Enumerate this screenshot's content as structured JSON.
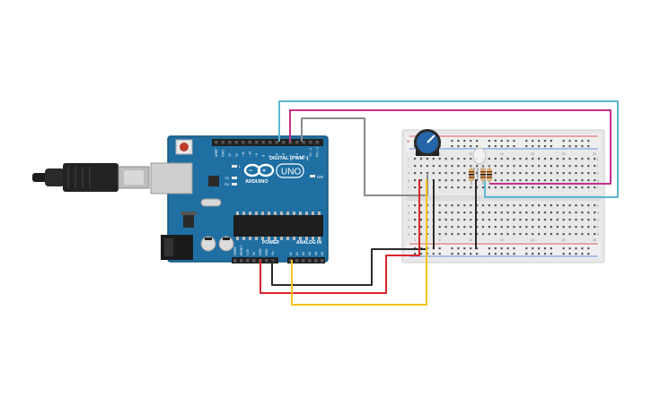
{
  "arduino": {
    "brand": "ARDUINO",
    "model": "UNO",
    "digital_label": "DIGITAL (PWM~)",
    "power_label": "POWER",
    "analog_label": "ANALOG IN",
    "on_label": "ON",
    "tx_label": "TX",
    "rx_label": "RX",
    "l_label": "L",
    "digital_pins": [
      "AREF",
      "GND",
      "13",
      "12",
      "~11",
      "~10",
      "~9",
      "8",
      "7",
      "~6",
      "~5",
      "4",
      "~3",
      "2",
      "TX→1",
      "RX←0"
    ],
    "power_pins": [
      "IOREF",
      "RESET",
      "3.3V",
      "5V",
      "GND",
      "GND",
      "Vin"
    ],
    "analog_pins": [
      "A0",
      "A1",
      "A2",
      "A3",
      "A4",
      "A5"
    ]
  },
  "breadboard": {
    "columns": [
      "1",
      "5",
      "10",
      "15",
      "20",
      "25",
      "30"
    ],
    "rows": [
      "a",
      "b",
      "c",
      "d",
      "e",
      "f",
      "g",
      "h",
      "i",
      "j"
    ],
    "plus": "+",
    "minus": "-"
  },
  "colors": {
    "board": "#1f6fa3",
    "board_dark": "#17577f",
    "wire_cyan": "#5bb8cf",
    "wire_magenta": "#c2328d",
    "wire_gray": "#8a8a8a",
    "wire_black": "#2b2b2b",
    "wire_red": "#d9262b",
    "wire_yellow": "#f2c31c",
    "pot": "#2466a8"
  }
}
